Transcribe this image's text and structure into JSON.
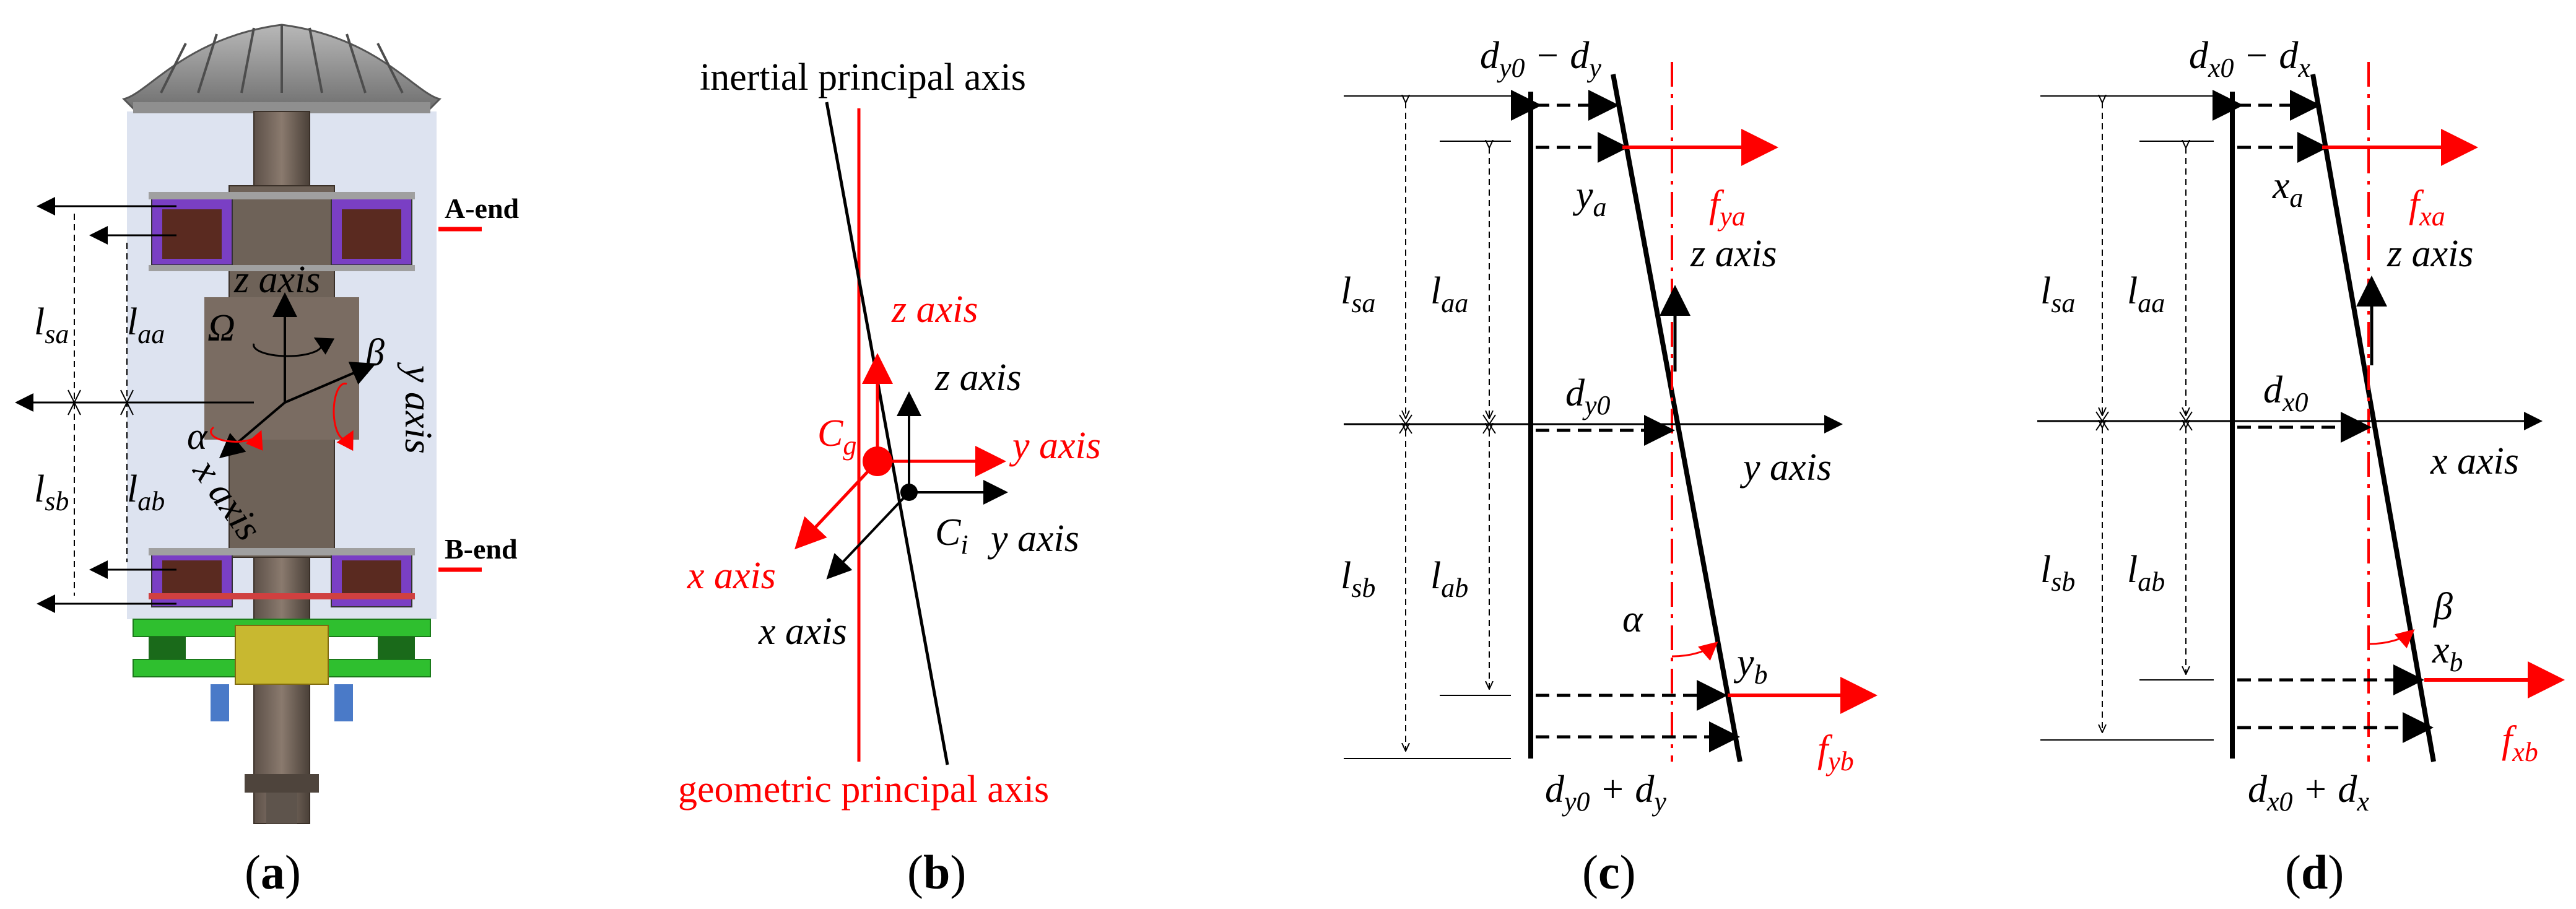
{
  "panel_a": {
    "label_a_end": "A-end",
    "label_b_end": "B-end",
    "label_z_axis": "z axis",
    "label_y_axis": "y axis",
    "label_x_axis": "x axis",
    "label_omega": "Ω",
    "label_alpha": "α",
    "label_beta": "β",
    "label_lsa": "l",
    "label_lsa_sub": "sa",
    "label_laa": "l",
    "label_laa_sub": "aa",
    "label_lsb": "l",
    "label_lsb_sub": "sb",
    "label_lab": "l",
    "label_lab_sub": "ab",
    "caption_open": "(",
    "caption_letter": "a",
    "caption_close": ")"
  },
  "panel_b": {
    "label_inertial": "inertial principal axis",
    "label_geometric": "geometric principal axis",
    "label_z_red": "z axis",
    "label_z_black": "z axis",
    "label_y_red": "y axis",
    "label_y_black": "y axis",
    "label_x_red": "x axis",
    "label_x_black": "x axis",
    "label_cg": "C",
    "label_cg_sub": "g",
    "label_ci": "C",
    "label_ci_sub": "i",
    "caption_open": "(",
    "caption_letter": "b",
    "caption_close": ")"
  },
  "panel_c": {
    "label_top_d": "d",
    "label_top_sub": "y0",
    "label_top_minus": " − d",
    "label_top_sub2": "y",
    "label_bottom_d": "d",
    "label_bottom_sub": "y0",
    "label_bottom_plus": " + d",
    "label_bottom_sub2": "y",
    "label_mid_d": "d",
    "label_mid_sub": "y0",
    "label_ya": "y",
    "label_ya_sub": "a",
    "label_yb": "y",
    "label_yb_sub": "b",
    "label_fya": "f",
    "label_fya_sub": "ya",
    "label_fyb": "f",
    "label_fyb_sub": "yb",
    "label_z_axis": "z axis",
    "label_y_axis": "y axis",
    "label_alpha": "α",
    "label_lsa": "l",
    "label_lsa_sub": "sa",
    "label_laa": "l",
    "label_laa_sub": "aa",
    "label_lsb": "l",
    "label_lsb_sub": "sb",
    "label_lab": "l",
    "label_lab_sub": "ab",
    "caption_open": "(",
    "caption_letter": "c",
    "caption_close": ")"
  },
  "panel_d": {
    "label_top_d": "d",
    "label_top_sub": "x0",
    "label_top_minus": " − d",
    "label_top_sub2": "x",
    "label_bottom_d": "d",
    "label_bottom_sub": "x0",
    "label_bottom_plus": " + d",
    "label_bottom_sub2": "x",
    "label_mid_d": "d",
    "label_mid_sub": "x0",
    "label_xa": "x",
    "label_xa_sub": "a",
    "label_xb": "x",
    "label_xb_sub": "b",
    "label_fxa": "f",
    "label_fxa_sub": "xa",
    "label_fxb": "f",
    "label_fxb_sub": "xb",
    "label_z_axis": "z axis",
    "label_x_axis": "x axis",
    "label_beta": "β",
    "label_lsa": "l",
    "label_lsa_sub": "sa",
    "label_laa": "l",
    "label_laa_sub": "aa",
    "label_lsb": "l",
    "label_lsb_sub": "sb",
    "label_lab": "l",
    "label_lab_sub": "ab",
    "caption_open": "(",
    "caption_letter": "d",
    "caption_close": ")"
  },
  "colors": {
    "accent_red": "#ff0000",
    "ink": "#000000",
    "magnet_purple": "#7a3fc4",
    "plate_green": "#2fbf2f",
    "housing_blue": "#dde3f0"
  }
}
